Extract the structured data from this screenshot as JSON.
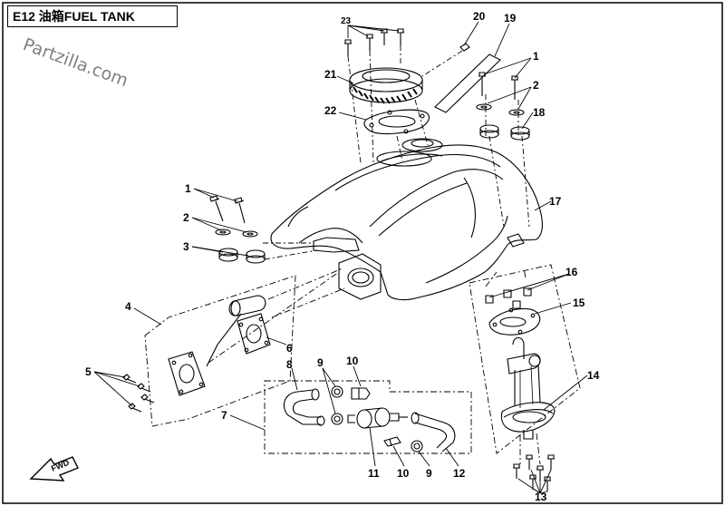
{
  "title": "E12 油箱FUEL TANK",
  "watermark": "Partzilla.com",
  "fwd_label": "FWD",
  "callouts": [
    "1",
    "2",
    "3",
    "4",
    "5",
    "6",
    "7",
    "8",
    "9",
    "10",
    "11",
    "12",
    "13",
    "14",
    "15",
    "16",
    "17",
    "18",
    "19",
    "20",
    "21",
    "22",
    "23"
  ]
}
